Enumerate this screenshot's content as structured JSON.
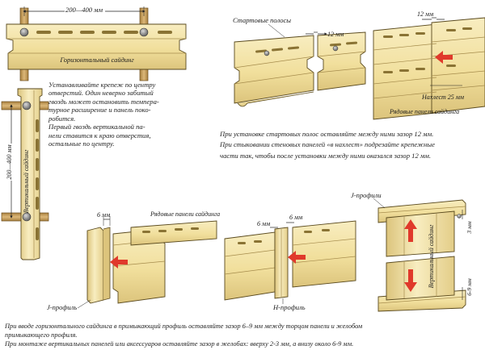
{
  "labels": {
    "dim_200_400_h": "200—400 мм",
    "horizontal_siding": "Горизонтальный сайдинг",
    "vertical_siding": "Вертикальный сайдинг",
    "dim_200_400_v": "200—400 мм",
    "starter_strips": "Стартовые полосы",
    "gap_12mm_a": "12 мм",
    "gap_12mm_b": "12 мм",
    "overlap_25mm": "Нахлест 25 мм",
    "row_panels_a": "Рядовые панели сайдинга",
    "row_panels_b": "Рядовые панели сайдинга",
    "gap_6mm_a": "6 мм",
    "gap_6mm_b": "6 мм",
    "gap_6mm_c": "6 мм",
    "j_profile_a": "J-профиль",
    "h_profile": "H-профиль",
    "j_profile_b": "J-профили",
    "dim_3mm": "3 мм",
    "vertical_siding_b": "Вертикальный сайдинг",
    "dim_6_9mm": "6-9 мм"
  },
  "notes": {
    "left": [
      "Устанавливайте крепеж по центру",
      "отверстий. Один неверно забитый",
      "гвоздь может остановить темпера-",
      "турное расширение и панель поко-",
      "робится.",
      "Первый гвоздь вертикальной па-",
      "нели ставится к краю отверстия,",
      "остальные по центру."
    ],
    "right": [
      "При установке стартовых полос оставляйте между ними зазор 12 мм.",
      "При стыковании стеновых панелей «в нахлест» подрезайте крепежные",
      "части так, чтобы после установки между ними оказался зазор 12 мм."
    ],
    "bottom": [
      "При вводе горизонтального сайдинга в примыкающий профиль оставляйте зазор 6–9 мм между торцом панели и желобом",
      "примыкающего профиля.",
      "При монтаже вертикальных панелей или аксессуаров оставляйте зазор в желобах: вверху 2-3 мм, а внизу около 6-9 мм."
    ]
  },
  "colors": {
    "panel": "#f3e3a3",
    "panel_dark": "#d9c27a",
    "outline": "#5a4a1e",
    "arrow": "#e0392b",
    "post": "#c9a36a"
  }
}
